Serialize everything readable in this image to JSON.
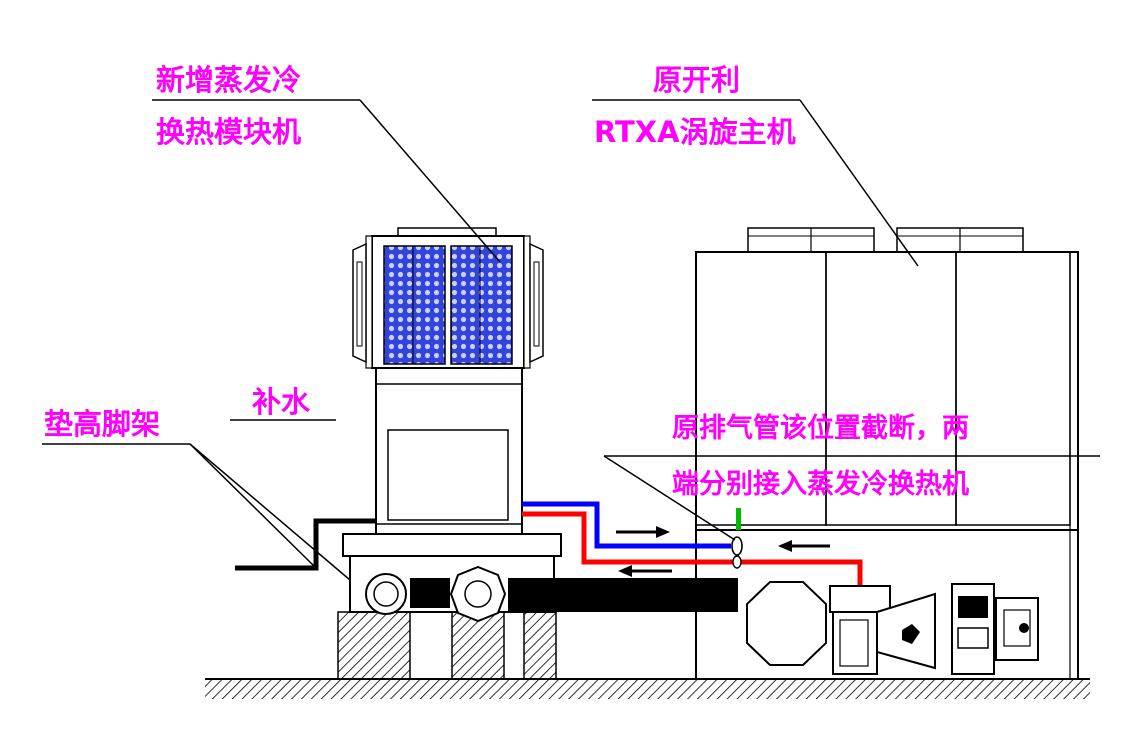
{
  "colors": {
    "label": "#ff00ff",
    "line": "#000000",
    "supply_pipe": "#0000ff",
    "return_pipe": "#ff0000",
    "valve_marker": "#00bb00",
    "coil_fill": "#3344dd"
  },
  "labels": {
    "new_unit_line1": "新增蒸发冷",
    "new_unit_line2": "换热模块机",
    "original_unit_line1": "原开利",
    "original_unit_line2": "RTXA涡旋主机",
    "makeup_water": "补水",
    "raised_frame": "垫高脚架",
    "cut_note_line1": "原排气管该位置截断，两",
    "cut_note_line2": "端分别接入蒸发冷换热机"
  }
}
